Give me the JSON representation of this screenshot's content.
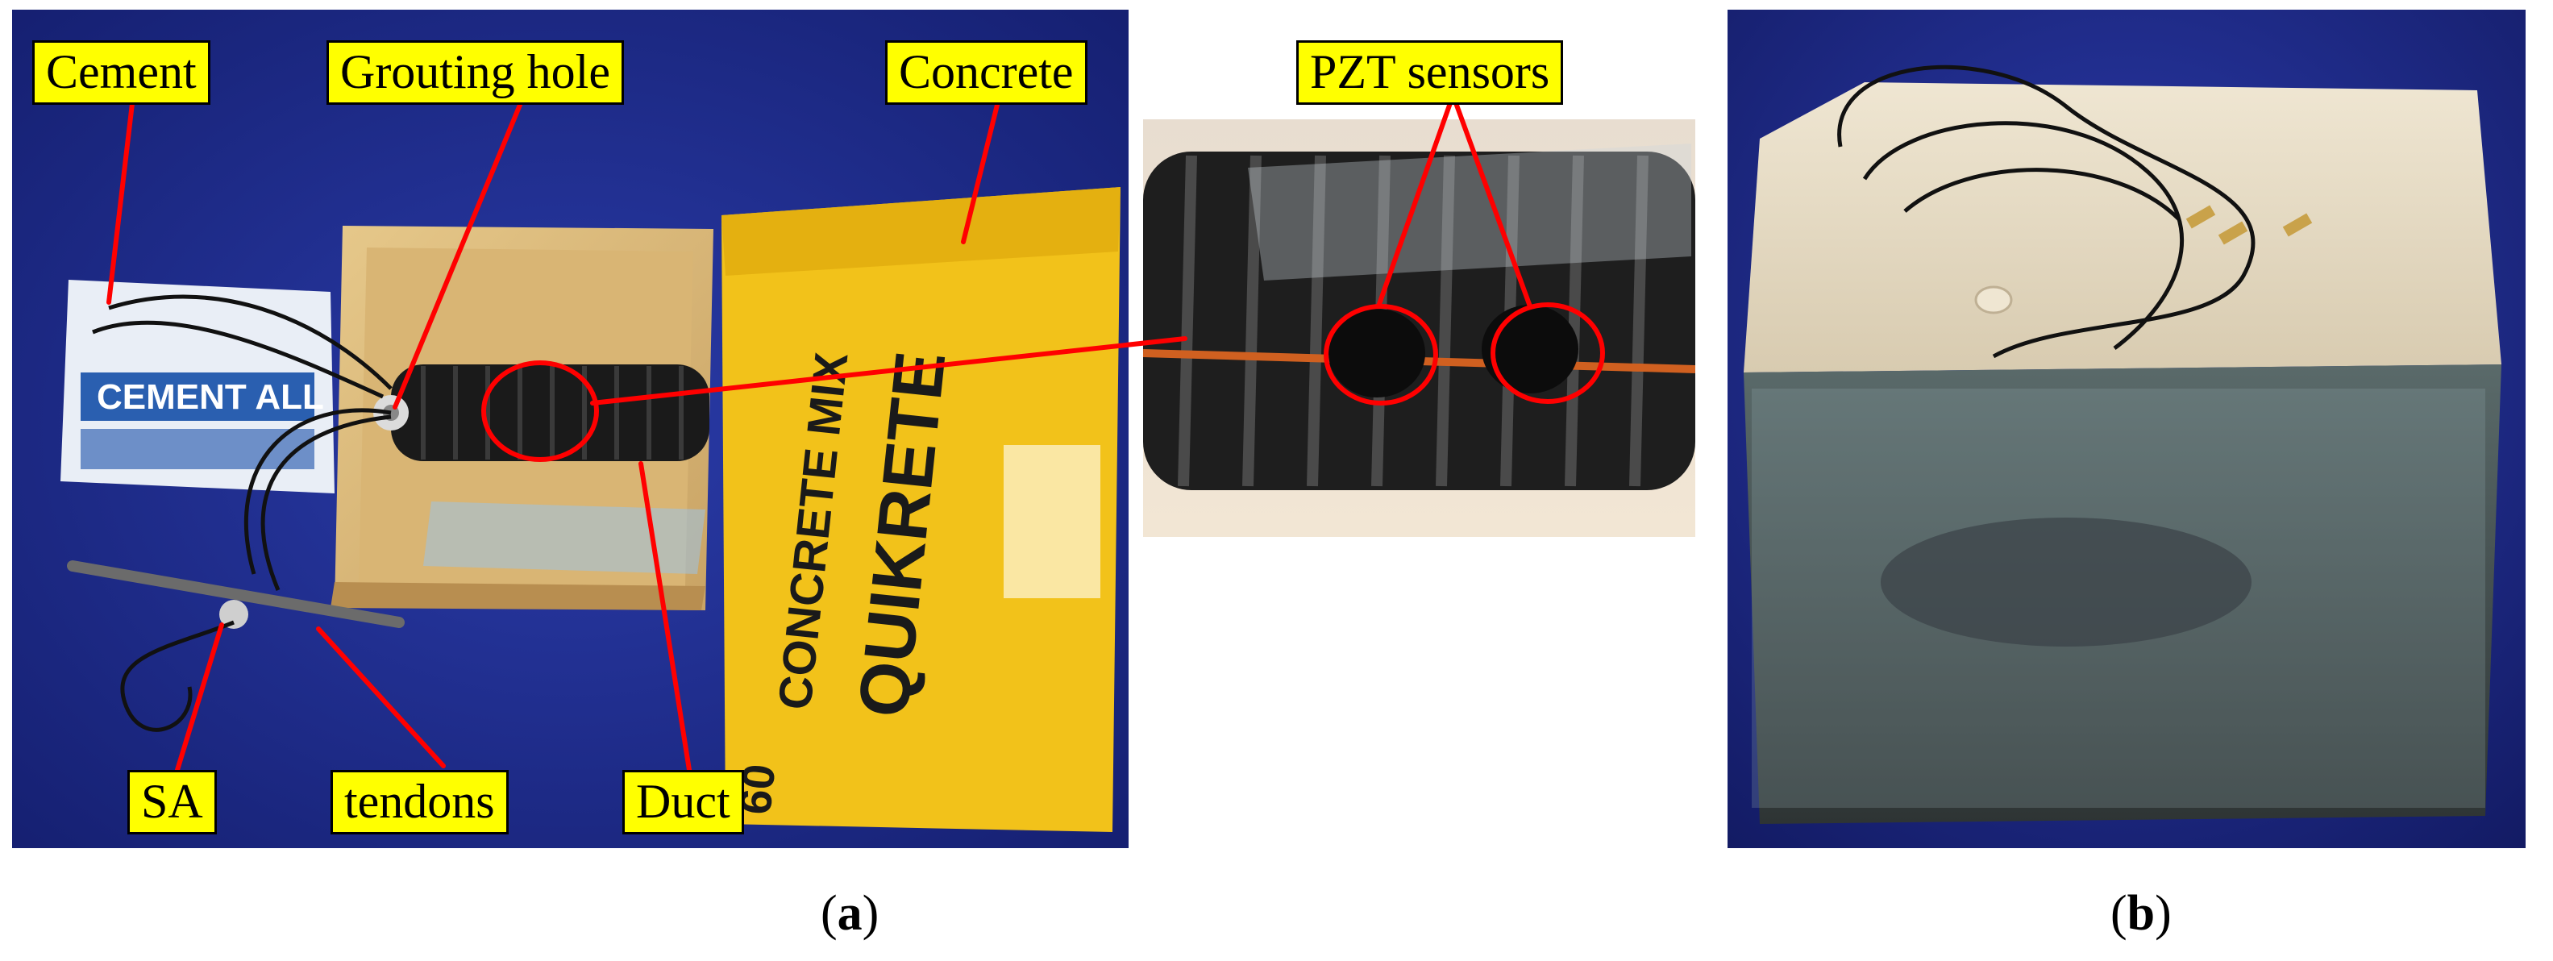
{
  "panel_a": {
    "labels": {
      "cement": "Cement",
      "grouting_hole": "Grouting hole",
      "concrete": "Concrete",
      "pzt_sensors": "PZT sensors",
      "sa": "SA",
      "tendons": "tendons",
      "duct": "Duct"
    },
    "caption": {
      "open": "(",
      "letter": "a",
      "close": ")"
    },
    "bag_text": {
      "brand": "QUIKRETE",
      "product": "CONCRETE MIX",
      "weight": "60",
      "cement_bag": "CEMENT ALL"
    }
  },
  "panel_b": {
    "caption": {
      "open": "(",
      "letter": "b",
      "close": ")"
    }
  },
  "colors": {
    "background_blue": "#1b2a8a",
    "label_yellow": "#ffff00",
    "leader_red": "#ff0000",
    "bag_yellow": "#f2c21a"
  }
}
